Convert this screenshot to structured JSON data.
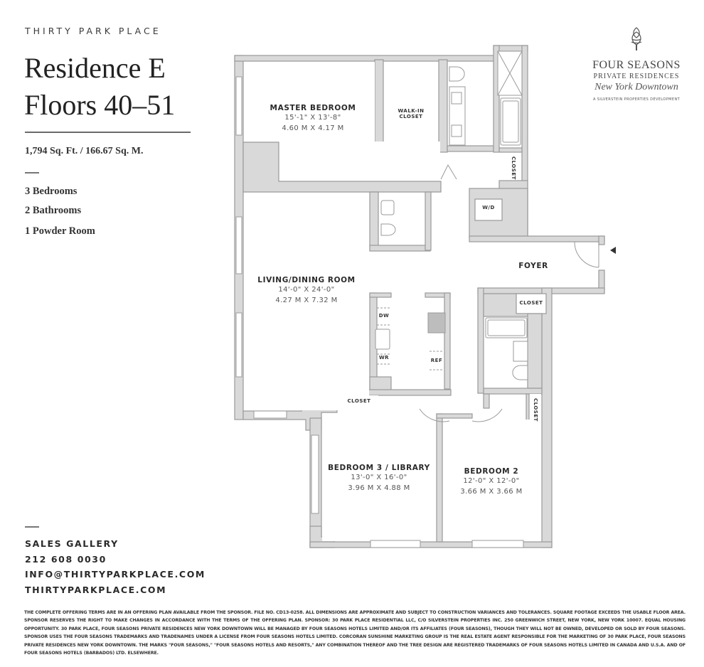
{
  "header": {
    "kicker": "THIRTY PARK PLACE",
    "title_line1": "Residence E",
    "title_line2": "Floors 40–51",
    "area": "1,794 Sq. Ft. / 166.67 Sq. M."
  },
  "features": [
    "3 Bedrooms",
    "2 Bathrooms",
    "1 Powder Room"
  ],
  "logo": {
    "icon": "tree-icon",
    "line1": "FOUR SEASONS",
    "line2": "PRIVATE RESIDENCES",
    "line3": "New York Downtown",
    "line4": "A SILVERSTEIN PROPERTIES DEVELOPMENT"
  },
  "contact": {
    "heading": "SALES GALLERY",
    "phone": "212 608 0030",
    "email": "INFO@THIRTYPARKPLACE.COM",
    "website": "THIRTYPARKPLACE.COM"
  },
  "rooms": {
    "master_bedroom": {
      "name": "MASTER BEDROOM",
      "imperial": "15'-1\" X 13'-8\"",
      "metric": "4.60 M X 4.17 M"
    },
    "living_dining": {
      "name": "LIVING/DINING ROOM",
      "imperial": "14'-0\" X 24'-0\"",
      "metric": "4.27 M X 7.32 M"
    },
    "bedroom3": {
      "name": "BEDROOM 3 / LIBRARY",
      "imperial": "13'-0\" X 16'-0\"",
      "metric": "3.96 M X 4.88 M"
    },
    "bedroom2": {
      "name": "BEDROOM 2",
      "imperial": "12'-0\" X 12'-0\"",
      "metric": "3.66 M X 3.66 M"
    },
    "foyer": {
      "name": "FOYER"
    }
  },
  "fixtures": {
    "walk_in_closet": "WALK-IN CLOSET",
    "closet_master": "CLOSET",
    "wd": "W/D",
    "closet_foyer": "CLOSET",
    "closet_living": "CLOSET",
    "closet_bedroom2": "CLOSET",
    "dw": "DW",
    "wr": "WR",
    "ref": "REF"
  },
  "legal": "THE COMPLETE OFFERING TERMS ARE IN AN OFFERING PLAN AVAILABLE FROM THE SPONSOR. FILE NO. CD13-0258. ALL DIMENSIONS ARE APPROXIMATE AND SUBJECT TO CONSTRUCTION VARIANCES AND TOLERANCES. SQUARE FOOTAGE EXCEEDS THE USABLE FLOOR AREA. SPONSOR RESERVES THE RIGHT TO MAKE CHANGES IN ACCORDANCE WITH THE TERMS OF THE OFFERING PLAN. SPONSOR: 30 PARK PLACE RESIDENTIAL LLC, C/O SILVERSTEIN PROPERTIES INC. 250 GREENWICH STREET, NEW YORK, NEW YORK 10007. EQUAL HOUSING OPPORTUNITY. 30 PARK PLACE, FOUR SEASONS PRIVATE RESIDENCES NEW YORK DOWNTOWN WILL BE MANAGED BY FOUR SEASONS HOTELS LIMITED AND/OR ITS AFFILIATES (FOUR SEASONS), THOUGH THEY WILL NOT BE OWNED, DEVELOPED OR SOLD BY FOUR SEASONS. SPONSOR USES THE FOUR SEASONS TRADEMARKS AND TRADENAMES UNDER A LICENSE FROM FOUR SEASONS HOTELS LIMITED. CORCORAN SUNSHINE MARKETING GROUP IS THE REAL ESTATE AGENT RESPONSIBLE FOR THE MARKETING OF 30 PARK PLACE, FOUR SEASONS PRIVATE RESIDENCES NEW YORK DOWNTOWN. THE MARKS \"FOUR SEASONS,\" \"FOUR SEASONS HOTELS AND RESORTS,\" ANY COMBINATION THEREOF AND THE TREE DESIGN ARE REGISTERED TRADEMARKS OF FOUR SEASONS HOTELS LIMITED IN CANADA AND U.S.A. AND OF FOUR SEASONS HOTELS (BARBADOS) LTD. ELSEWHERE.",
  "colors": {
    "wall_fill": "#d9d9d9",
    "wall_stroke": "#9a9a9a",
    "text": "#2b2b2b"
  }
}
